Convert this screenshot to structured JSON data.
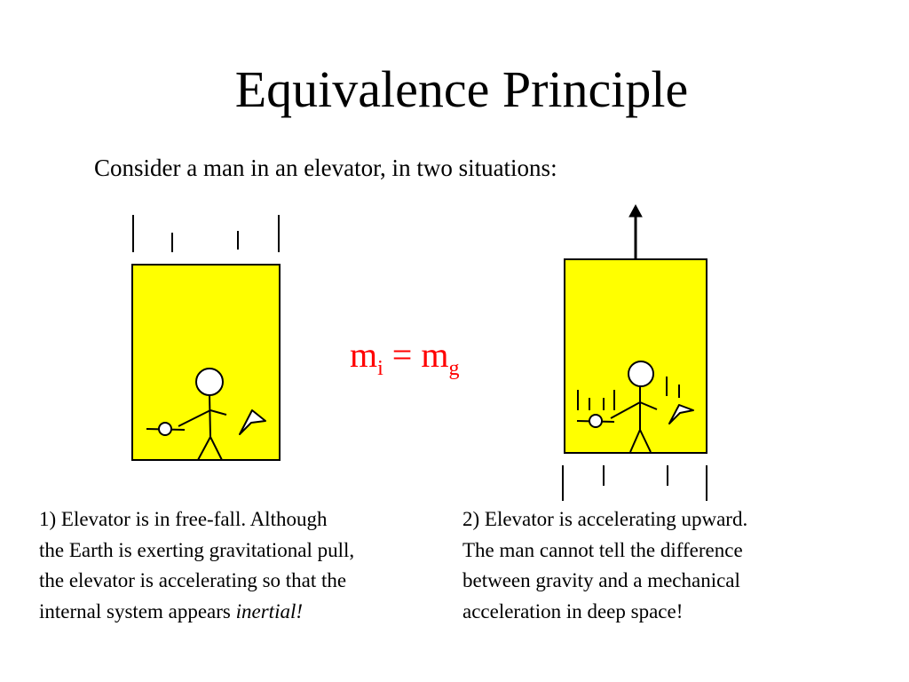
{
  "slide": {
    "title": "Equivalence Principle",
    "subtitle": "Consider a man in an elevator, in two situations:",
    "equation": {
      "lhs_base": "m",
      "lhs_sub": "i",
      "operator": "=",
      "rhs_base": "m",
      "rhs_sub": "g",
      "color": "#ff0000"
    },
    "colors": {
      "elevator_fill": "#ffff00",
      "line": "#000000",
      "background": "#ffffff"
    },
    "caption_1": {
      "lines": [
        "1) Elevator is in free-fall.  Although",
        "the Earth is exerting gravitational pull,",
        "the elevator is accelerating so that the"
      ],
      "last_line_prefix": "internal system appears ",
      "last_line_emphasis": "inertial!"
    },
    "caption_2": {
      "lines": [
        "2) Elevator is accelerating upward.",
        "The man cannot tell the difference",
        "between gravity and a mechanical",
        "acceleration in deep space!"
      ]
    },
    "icons": {
      "elevator_1": "free-fall-elevator-icon",
      "elevator_2": "accelerating-elevator-icon",
      "up_arrow": "up-arrow-icon"
    }
  }
}
